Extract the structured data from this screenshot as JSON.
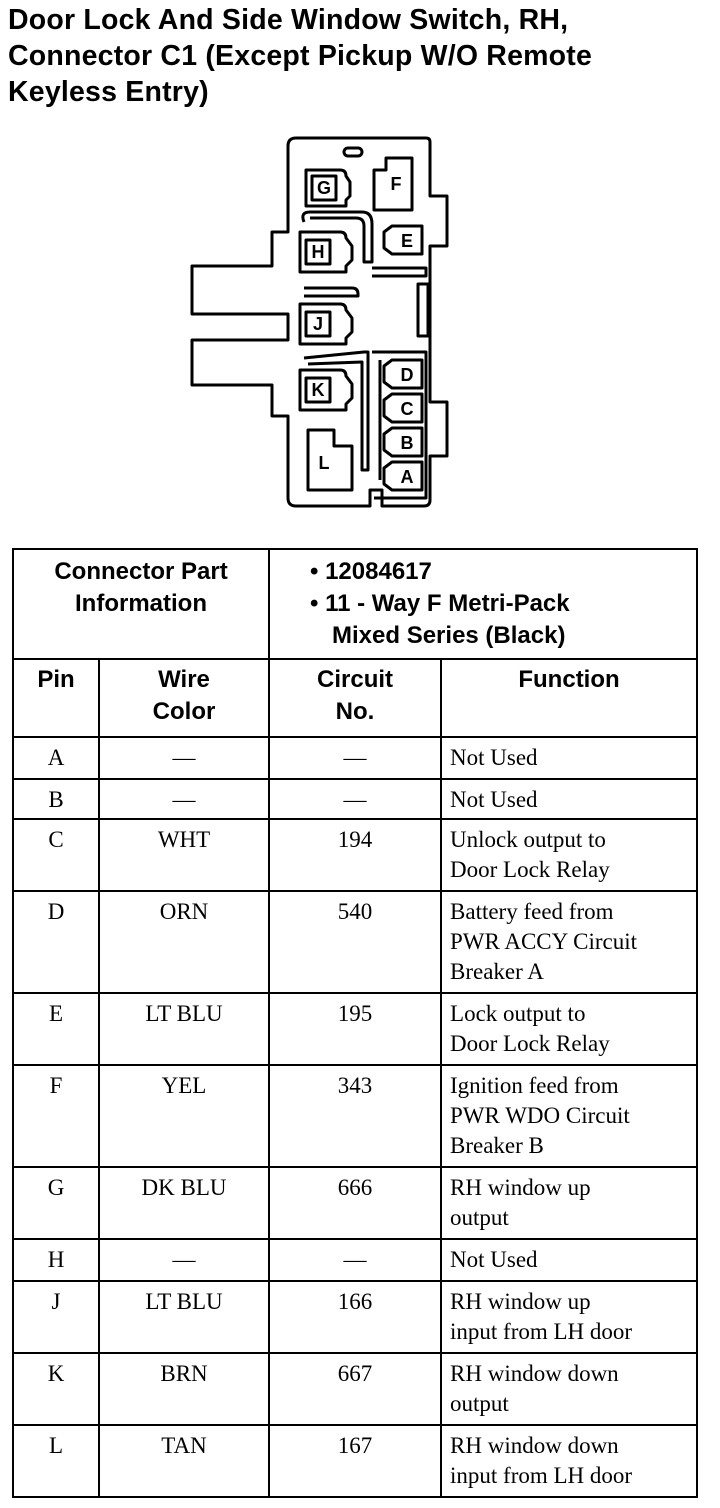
{
  "title_lines": [
    "Door Lock And Side Window Switch, RH,",
    "Connector C1 (Except Pickup W/O Remote",
    "Keyless Entry)"
  ],
  "connector": {
    "pin_labels": [
      "A",
      "B",
      "C",
      "D",
      "E",
      "F",
      "G",
      "H",
      "J",
      "K",
      "L"
    ]
  },
  "table": {
    "part_info_label": [
      "Connector Part",
      "Information"
    ],
    "part_info_lines": [
      "• 12084617",
      "• 11 - Way F Metri-Pack",
      "Mixed Series (Black)"
    ],
    "headers": {
      "pin": "Pin",
      "wire_color": [
        "Wire",
        "Color"
      ],
      "circuit": [
        "Circuit",
        "No."
      ],
      "function": "Function"
    },
    "rows": [
      {
        "pin": "A",
        "wire": "—",
        "circuit": "—",
        "function": [
          "Not Used"
        ]
      },
      {
        "pin": "B",
        "wire": "—",
        "circuit": "—",
        "function": [
          "Not Used"
        ]
      },
      {
        "pin": "C",
        "wire": "WHT",
        "circuit": "194",
        "function": [
          "Unlock output to",
          "Door Lock Relay"
        ]
      },
      {
        "pin": "D",
        "wire": "ORN",
        "circuit": "540",
        "function": [
          "Battery feed from",
          "PWR ACCY Circuit",
          "Breaker A"
        ]
      },
      {
        "pin": "E",
        "wire": "LT BLU",
        "circuit": "195",
        "function": [
          "Lock output to",
          "Door Lock Relay"
        ]
      },
      {
        "pin": "F",
        "wire": "YEL",
        "circuit": "343",
        "function": [
          "Ignition feed from",
          "PWR WDO Circuit",
          "Breaker B"
        ]
      },
      {
        "pin": "G",
        "wire": "DK BLU",
        "circuit": "666",
        "function": [
          "RH window up",
          "output"
        ]
      },
      {
        "pin": "H",
        "wire": "—",
        "circuit": "—",
        "function": [
          "Not Used"
        ]
      },
      {
        "pin": "J",
        "wire": "LT BLU",
        "circuit": "166",
        "function": [
          "RH window up",
          "input from LH door"
        ]
      },
      {
        "pin": "K",
        "wire": "BRN",
        "circuit": "667",
        "function": [
          "RH window down",
          "output"
        ]
      },
      {
        "pin": "L",
        "wire": "TAN",
        "circuit": "167",
        "function": [
          "RH window down",
          "input from LH door"
        ]
      }
    ]
  }
}
